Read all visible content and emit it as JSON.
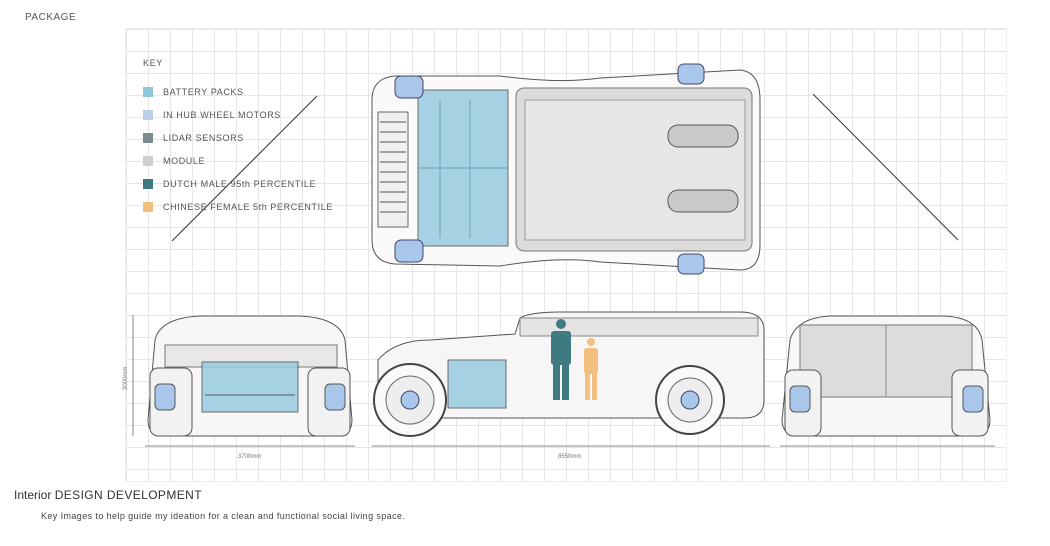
{
  "page_label": "PACKAGE",
  "key": {
    "title": "KEY",
    "items": [
      {
        "label": "BATTERY PACKS",
        "color": "#8ec6dc"
      },
      {
        "label": "IN HUB WHEEL MOTORS",
        "color": "#b9cfe8"
      },
      {
        "label": "LIDAR SENSORS",
        "color": "#7d8c8f"
      },
      {
        "label": "MODULE",
        "color": "#cfcfcf"
      },
      {
        "label": "DUTCH MALE 95th PERCENTILE",
        "color": "#3f7a80"
      },
      {
        "label": "CHINESE FEMALE 5th PERCENTILE",
        "color": "#f2bf7e"
      }
    ]
  },
  "dimensions": {
    "front_width": "3700mm",
    "side_length": "8550mm",
    "front_height": "3000mm"
  },
  "footer": {
    "title_prefix": "Interior",
    "title_main": "DESIGN DEVELOPMENT",
    "description": "Key Images to help guide my ideation for a clean and functional social living space."
  }
}
